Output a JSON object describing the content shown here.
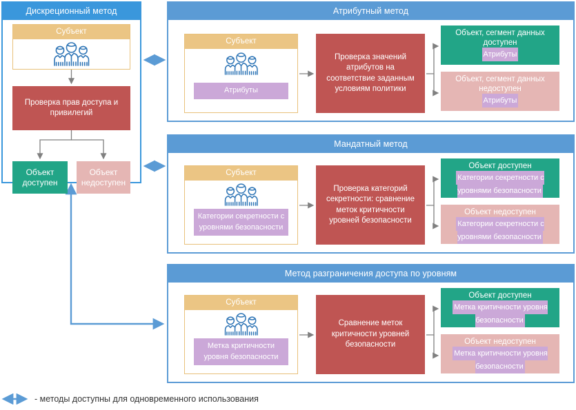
{
  "legend": {
    "text": "- методы доступны для одновременного использования",
    "arrow_color": "#5b9bd5"
  },
  "colors": {
    "panel_blue": "#5b9bd5",
    "panel_blue_left": "#3a97dc",
    "subject_header": "#ebc584",
    "process_red": "#bf5553",
    "result_ok_green": "#22a587",
    "result_no_pink": "#e5b6b4",
    "chip_purple": "#cba8d8",
    "connector_blue": "#5b9bd5",
    "flow_arrow_gray": "#808080"
  },
  "panels": {
    "discretionary": {
      "title": "Дискреционный метод",
      "subject_title": "Субъект",
      "process": "Проверка прав доступа и привилегий",
      "result_ok": "Объект доступен",
      "result_no": "Объект недоступен"
    },
    "attribute": {
      "title": "Атрибутный метод",
      "subject_title": "Субъект",
      "subject_chip": "Атрибуты",
      "process": "Проверка значений атрибутов на соответствие заданным условиям политики",
      "result_ok_title": "Объект, сегмент данных доступен",
      "result_ok_chip": "Атрибуты",
      "result_no_title": "Объект, сегмент данных недоступен",
      "result_no_chip": "Атрибуты"
    },
    "mandatory": {
      "title": "Мандатный метод",
      "subject_title": "Субъект",
      "subject_chip": "Категории секретности с уровнями безопасности",
      "process": "Проверка категорий секретности: сравнение меток критичности уровней безопасности",
      "result_ok_title": "Объект доступен",
      "result_ok_chip": "Категории секретности с уровнями безопасности",
      "result_no_title": "Объект недоступен",
      "result_no_chip": "Категории секретности с уровнями безопасности"
    },
    "levels": {
      "title": "Метод разграничения доступа по уровням",
      "subject_title": "Субъект",
      "subject_chip": "Метка критичности уровня безопасности",
      "process": "Сравнение меток критичности уровней безопасности",
      "result_ok_title": "Объект доступен",
      "result_ok_chip": "Метка критичности уровня безопасности",
      "result_no_title": "Объект недоступен",
      "result_no_chip": "Метка критичности уровня безопасности"
    }
  },
  "icons": {
    "people": "people-group-icon"
  }
}
